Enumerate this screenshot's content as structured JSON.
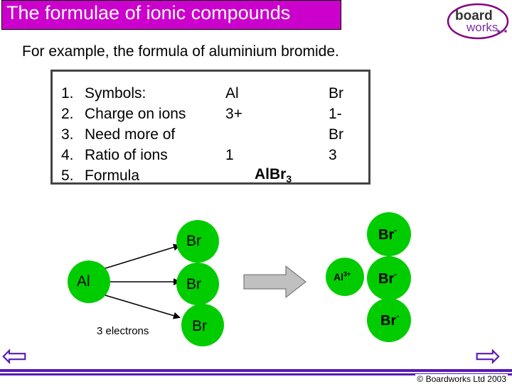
{
  "title": "The formulae of ionic compounds",
  "logo": {
    "word1": "board",
    "word2": "works"
  },
  "intro": "For example, the formula of aluminium bromide.",
  "steps": {
    "numbers": [
      "1.",
      "2.",
      "3.",
      "4.",
      "5."
    ],
    "labels": [
      "Symbols:",
      "Charge on ions",
      "Need more of",
      "Ratio of ions",
      "Formula"
    ]
  },
  "col_al": {
    "symbol": "Al",
    "charge": "3+",
    "ratio": "1"
  },
  "col_br": {
    "symbol": "Br",
    "charge": "1-",
    "more": "Br",
    "ratio": "3"
  },
  "formula": {
    "base": "AlBr",
    "subscript": "3"
  },
  "diagram": {
    "al_atom": "Al",
    "electrons_label": "3 electrons",
    "br_atom_1": "Br",
    "br_atom_2": "Br",
    "br_atom_3": "Br",
    "al_ion_base": "Al",
    "al_ion_charge": "3+",
    "br_ion_1": "Br",
    "br_ion_2": "Br",
    "br_ion_3": "Br",
    "br_ion_charge": "-"
  },
  "nav": {
    "back_icon": "⇦",
    "forward_icon": "⇨"
  },
  "copyright": "© Boardworks Ltd 2003",
  "colors": {
    "title_bg": "#cc00cc",
    "accent": "#5a18b8",
    "atom_circle": "#00cc00",
    "arrow": "#c0c0c0",
    "logo_border": "#800080"
  }
}
